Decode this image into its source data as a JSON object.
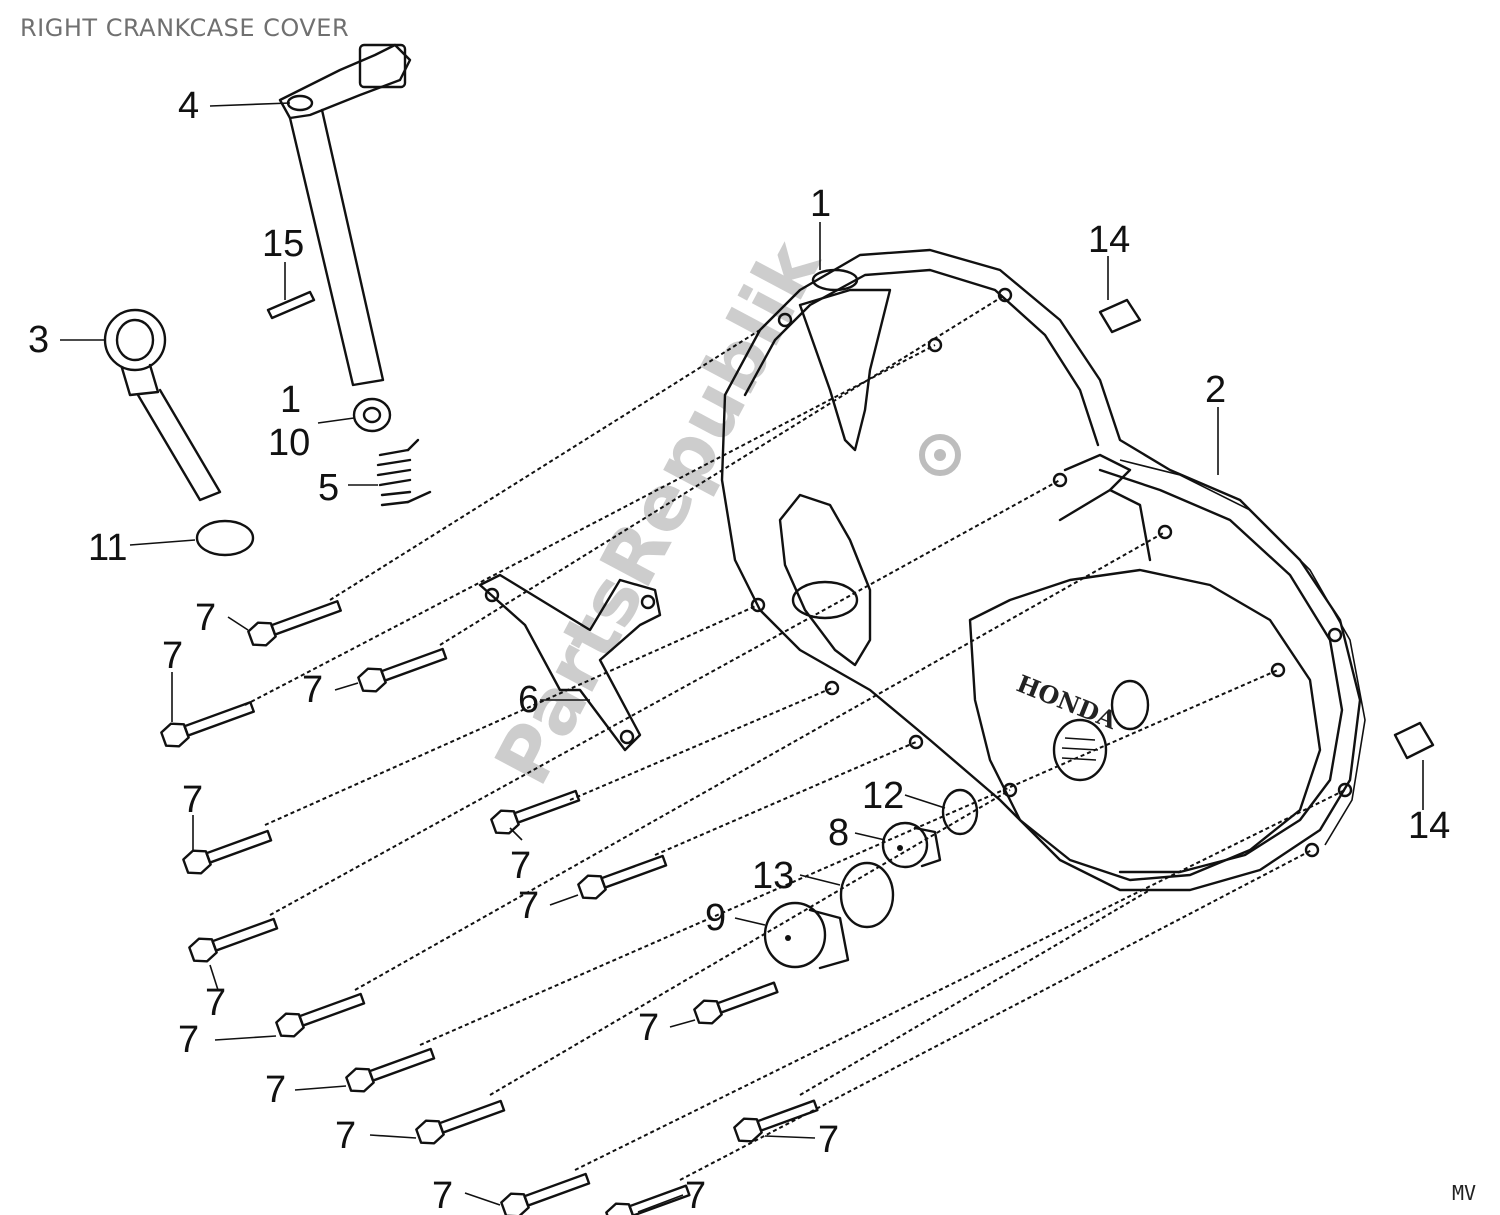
{
  "title": "RIGHT CRANKCASE COVER",
  "watermark": "PartsRepublik",
  "brand_mark": "HONDA",
  "diagram_code": "MV",
  "callouts": {
    "c1": "1",
    "c1b": "1",
    "c2": "2",
    "c3": "3",
    "c4": "4",
    "c5": "5",
    "c6": "6",
    "c8": "8",
    "c9": "9",
    "c10": "10",
    "c11": "11",
    "c12": "12",
    "c13": "13",
    "c14a": "14",
    "c14b": "14",
    "c15": "15",
    "c7": "7"
  }
}
